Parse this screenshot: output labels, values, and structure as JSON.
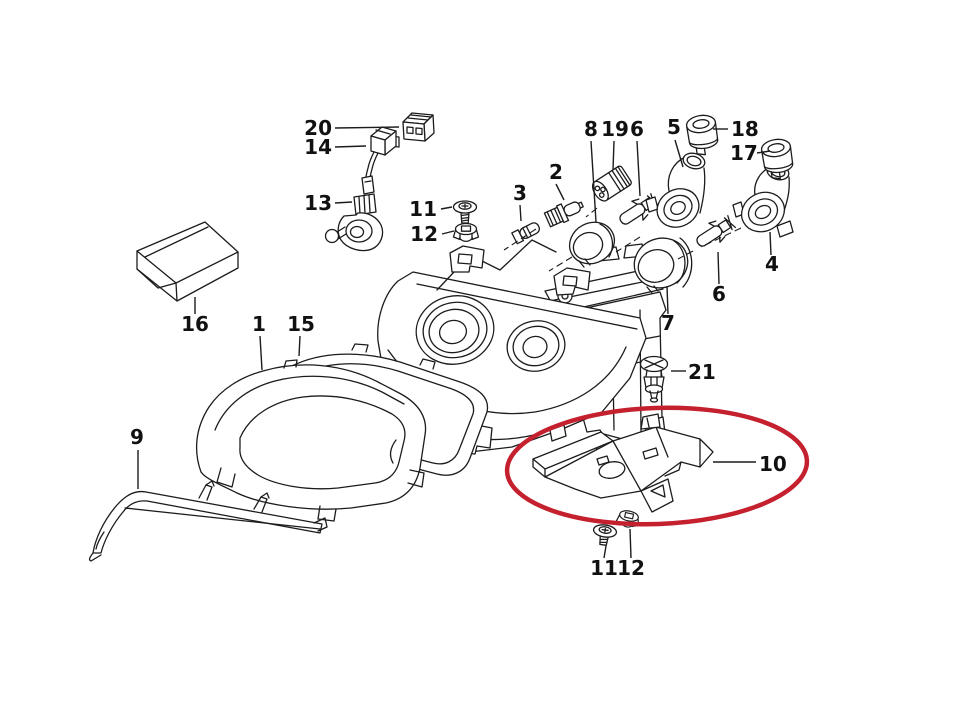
{
  "diagram": {
    "type": "exploded-parts-diagram",
    "subject": "Headlight assembly exploded view",
    "background_color": "#ffffff",
    "line_color": "#1c1c1c",
    "highlight": {
      "shape": "ellipse",
      "color": "#c4202e",
      "encircled_part": "10"
    },
    "labels": [
      {
        "text": "20"
      },
      {
        "text": "14"
      },
      {
        "text": "13"
      },
      {
        "text": "11"
      },
      {
        "text": "12"
      },
      {
        "text": "16"
      },
      {
        "text": "1"
      },
      {
        "text": "15"
      },
      {
        "text": "9"
      },
      {
        "text": "3"
      },
      {
        "text": "2"
      },
      {
        "text": "8"
      },
      {
        "text": "19"
      },
      {
        "text": "6"
      },
      {
        "text": "5"
      },
      {
        "text": "18"
      },
      {
        "text": "17"
      },
      {
        "text": "4"
      },
      {
        "text": "6"
      },
      {
        "text": "7"
      },
      {
        "text": "21"
      },
      {
        "text": "10"
      },
      {
        "text": "11"
      },
      {
        "text": "12"
      }
    ]
  }
}
